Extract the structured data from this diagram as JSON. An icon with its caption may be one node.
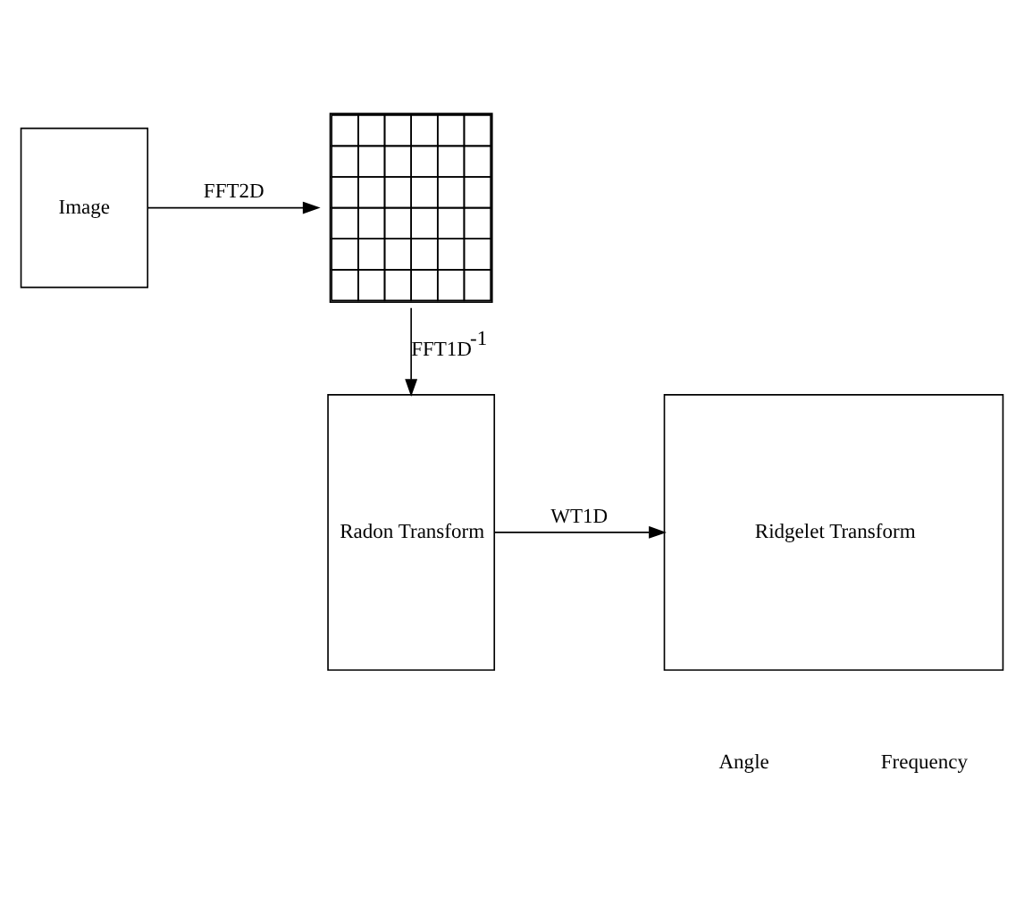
{
  "diagram": {
    "nodes": [
      {
        "text": [
          "Image"
        ]
      },
      {
        "text": [],
        "shape": "picture"
      },
      {
        "text": [
          "Radon Transform"
        ]
      },
      {
        "text": [
          "Ridgelet Transform"
        ]
      }
    ],
    "edges": [
      {
        "from": 0,
        "to": 1,
        "arrow": "to",
        "label": "FFT2D"
      },
      {
        "from": 1,
        "to": 2,
        "arrow": "to",
        "label": "FFT1D$^{-1}$"
      },
      {
        "from": 2,
        "to": 3,
        "arrow": "to",
        "label": "WT1D"
      }
    ],
    "labels": [
      "Angle",
      "Frequency"
    ]
  }
}
